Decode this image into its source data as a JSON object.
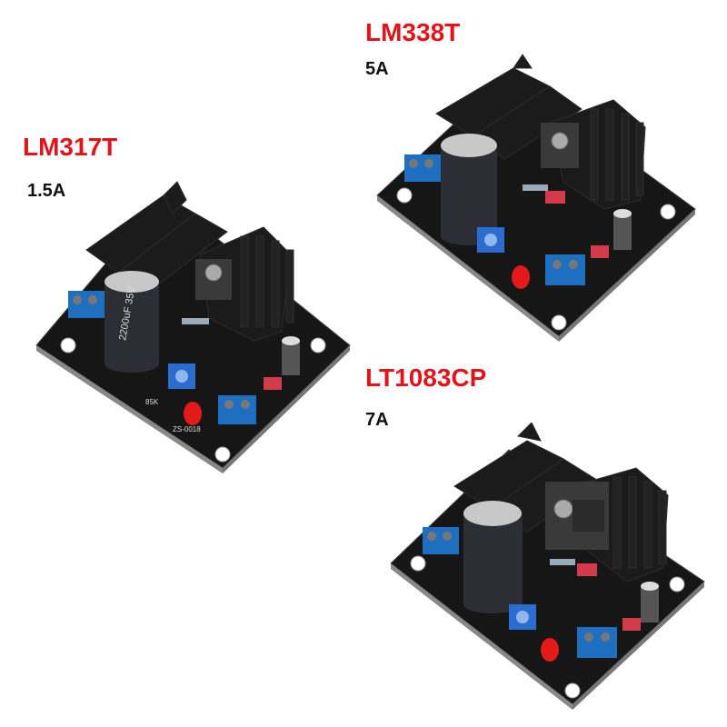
{
  "colors": {
    "model": "#e0151b",
    "rating": "#111111",
    "pcb": "#161616",
    "heatsink": "#1b1b1b",
    "terminal": "#1f6fc0",
    "trimmer": "#2b6cd0",
    "led": "#e21a1a"
  },
  "products": [
    {
      "model": "LM317T",
      "rating": "1.5A"
    },
    {
      "model": "LM338T",
      "rating": "5A"
    },
    {
      "model": "LT1083CP",
      "rating": "7A"
    }
  ],
  "pcb_text": {
    "voltage": "85K",
    "code": "ZS-0018",
    "cap": "2200uF 35V"
  }
}
